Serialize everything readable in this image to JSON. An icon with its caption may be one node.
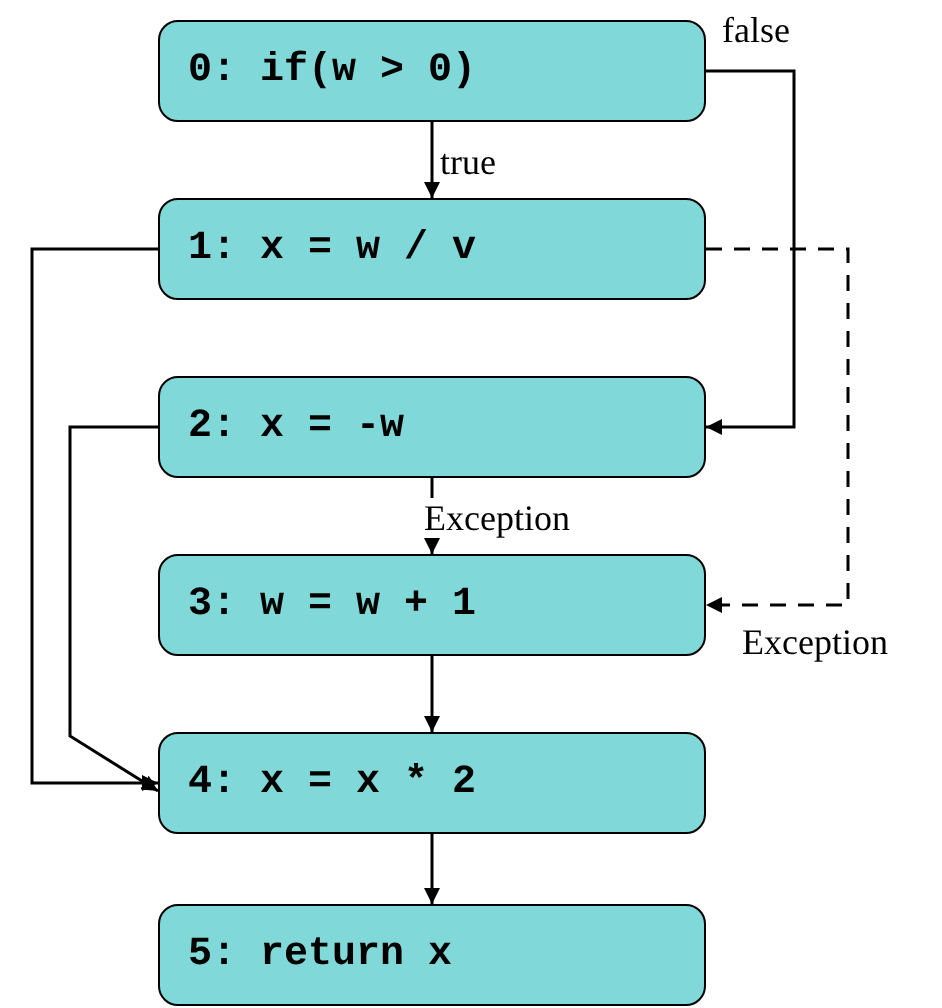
{
  "diagram": {
    "nodes": [
      {
        "text": [
          "0: if(w > 0)"
        ]
      },
      {
        "text": [
          "1: x = w / v"
        ]
      },
      {
        "text": [
          "2: x = -w"
        ]
      },
      {
        "text": [
          "3: w = w + 1"
        ]
      },
      {
        "text": [
          "4: x = x * 2"
        ]
      },
      {
        "text": [
          "5: return x"
        ]
      }
    ],
    "edges": [
      {
        "from": 0,
        "to": 1,
        "arrow": "to",
        "label": "true"
      },
      {
        "from": 0,
        "to": 2,
        "arrow": "to",
        "label": "false"
      },
      {
        "from": 1,
        "to": 3,
        "arrow": "to",
        "label": "Exception",
        "style": "dashed"
      },
      {
        "from": 1,
        "to": 4,
        "arrow": "to"
      },
      {
        "from": 2,
        "to": 4,
        "arrow": "to"
      },
      {
        "from": 2,
        "to": 3,
        "arrow": "to",
        "label": "Exception"
      },
      {
        "from": 3,
        "to": 4,
        "arrow": "to"
      },
      {
        "from": 4,
        "to": 5,
        "arrow": "to"
      }
    ]
  }
}
